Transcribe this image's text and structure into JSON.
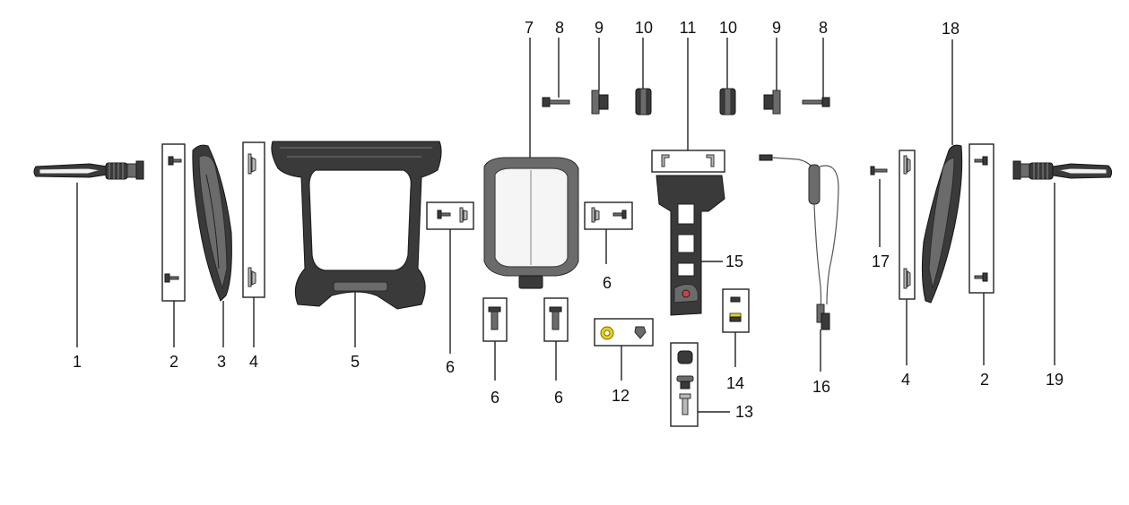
{
  "callouts": {
    "c1": "1",
    "c2a": "2",
    "c2b": "2",
    "c3": "3",
    "c4a": "4",
    "c4b": "4",
    "c5": "5",
    "c6a": "6",
    "c6b": "6",
    "c6c": "6",
    "c6d": "6",
    "c7": "7",
    "c8a": "8",
    "c8b": "8",
    "c9a": "9",
    "c9b": "9",
    "c10a": "10",
    "c10b": "10",
    "c11": "11",
    "c12": "12",
    "c13": "13",
    "c14": "14",
    "c15": "15",
    "c16": "16",
    "c17": "17",
    "c18": "18",
    "c19": "19"
  },
  "colors": {
    "line": "#222222",
    "dark_part": "#3a3a3a",
    "washer": "#e8d21a"
  }
}
